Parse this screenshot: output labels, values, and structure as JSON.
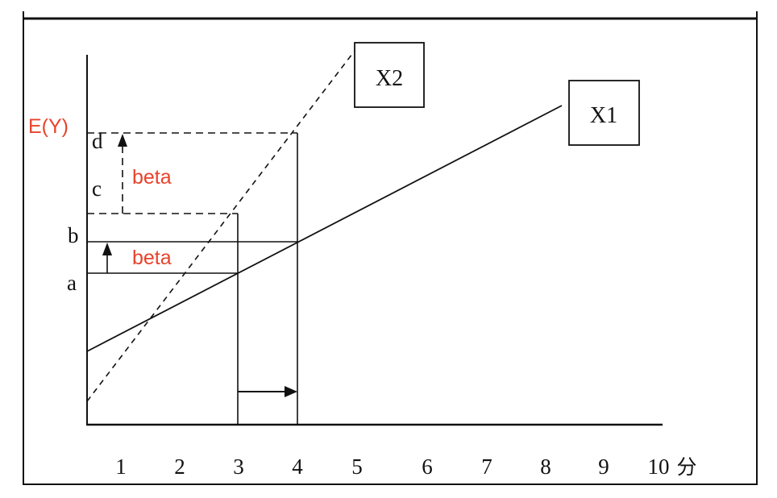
{
  "y_axis_label": "E(Y)",
  "y_levels": {
    "a": "a",
    "b": "b",
    "c": "c",
    "d": "d"
  },
  "shift_labels": {
    "upper": "beta",
    "lower": "beta"
  },
  "series_labels": {
    "x1": "X1",
    "x2": "X2"
  },
  "x_ticks": [
    "1",
    "2",
    "3",
    "4",
    "5",
    "6",
    "7",
    "8",
    "9",
    "10"
  ],
  "x_unit": "分",
  "colors": {
    "accent": "#e8432c",
    "line": "#111111"
  }
}
